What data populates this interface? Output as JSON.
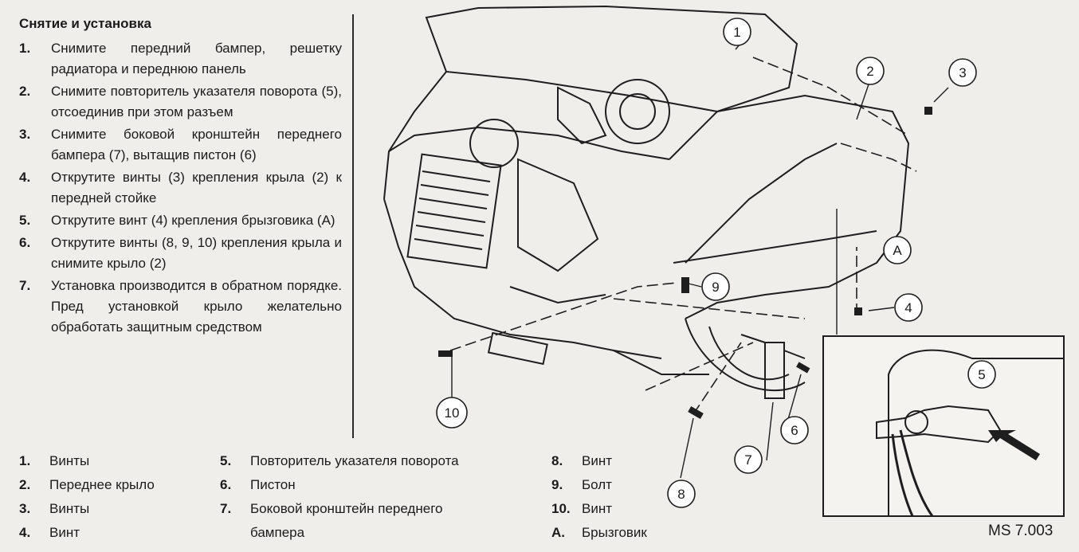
{
  "title": "Снятие и установка",
  "steps": [
    {
      "num": "1.",
      "text": "Снимите передний бампер, решетку радиатора и переднюю панель"
    },
    {
      "num": "2.",
      "text": "Снимите повторитель указателя поворота (5), отсоединив при этом разъем"
    },
    {
      "num": "3.",
      "text": "Снимите боковой кронштейн переднего бампера (7), вытащив пистон (6)"
    },
    {
      "num": "4.",
      "text": "Открутите винты (3) крепления крыла (2) к передней стойке"
    },
    {
      "num": "5.",
      "text": "Открутите винт (4) крепления брызговика (А)"
    },
    {
      "num": "6.",
      "text": "Открутите винты (8, 9, 10) крепления крыла и снимите крыло (2)"
    },
    {
      "num": "7.",
      "text": "Установка производится в обратном порядке. Пред установкой крыло желательно обработать защитным средством"
    }
  ],
  "legend": {
    "col1": [
      {
        "num": "1.",
        "label": "Винты"
      },
      {
        "num": "2.",
        "label": "Переднее крыло"
      },
      {
        "num": "3.",
        "label": "Винты"
      },
      {
        "num": "4.",
        "label": "Винт"
      }
    ],
    "col2": [
      {
        "num": "5.",
        "label": "Повторитель указателя поворота"
      },
      {
        "num": "6.",
        "label": "Пистон"
      },
      {
        "num": "7.",
        "label": "Боковой кронштейн переднего"
      },
      {
        "num": "",
        "label": "бампера"
      }
    ],
    "col3": [
      {
        "num": "8.",
        "label": "Винт"
      },
      {
        "num": "9.",
        "label": "Болт"
      },
      {
        "num": "10.",
        "label": "Винт"
      },
      {
        "num": "А.",
        "label": "Брызговик"
      }
    ]
  },
  "callouts": {
    "c1": "1",
    "c2": "2",
    "c3": "3",
    "c4": "4",
    "c5": "5",
    "c6": "6",
    "c7": "7",
    "c8": "8",
    "c9": "9",
    "c10": "10",
    "cA": "A"
  },
  "figure_code": "MS 7.003"
}
